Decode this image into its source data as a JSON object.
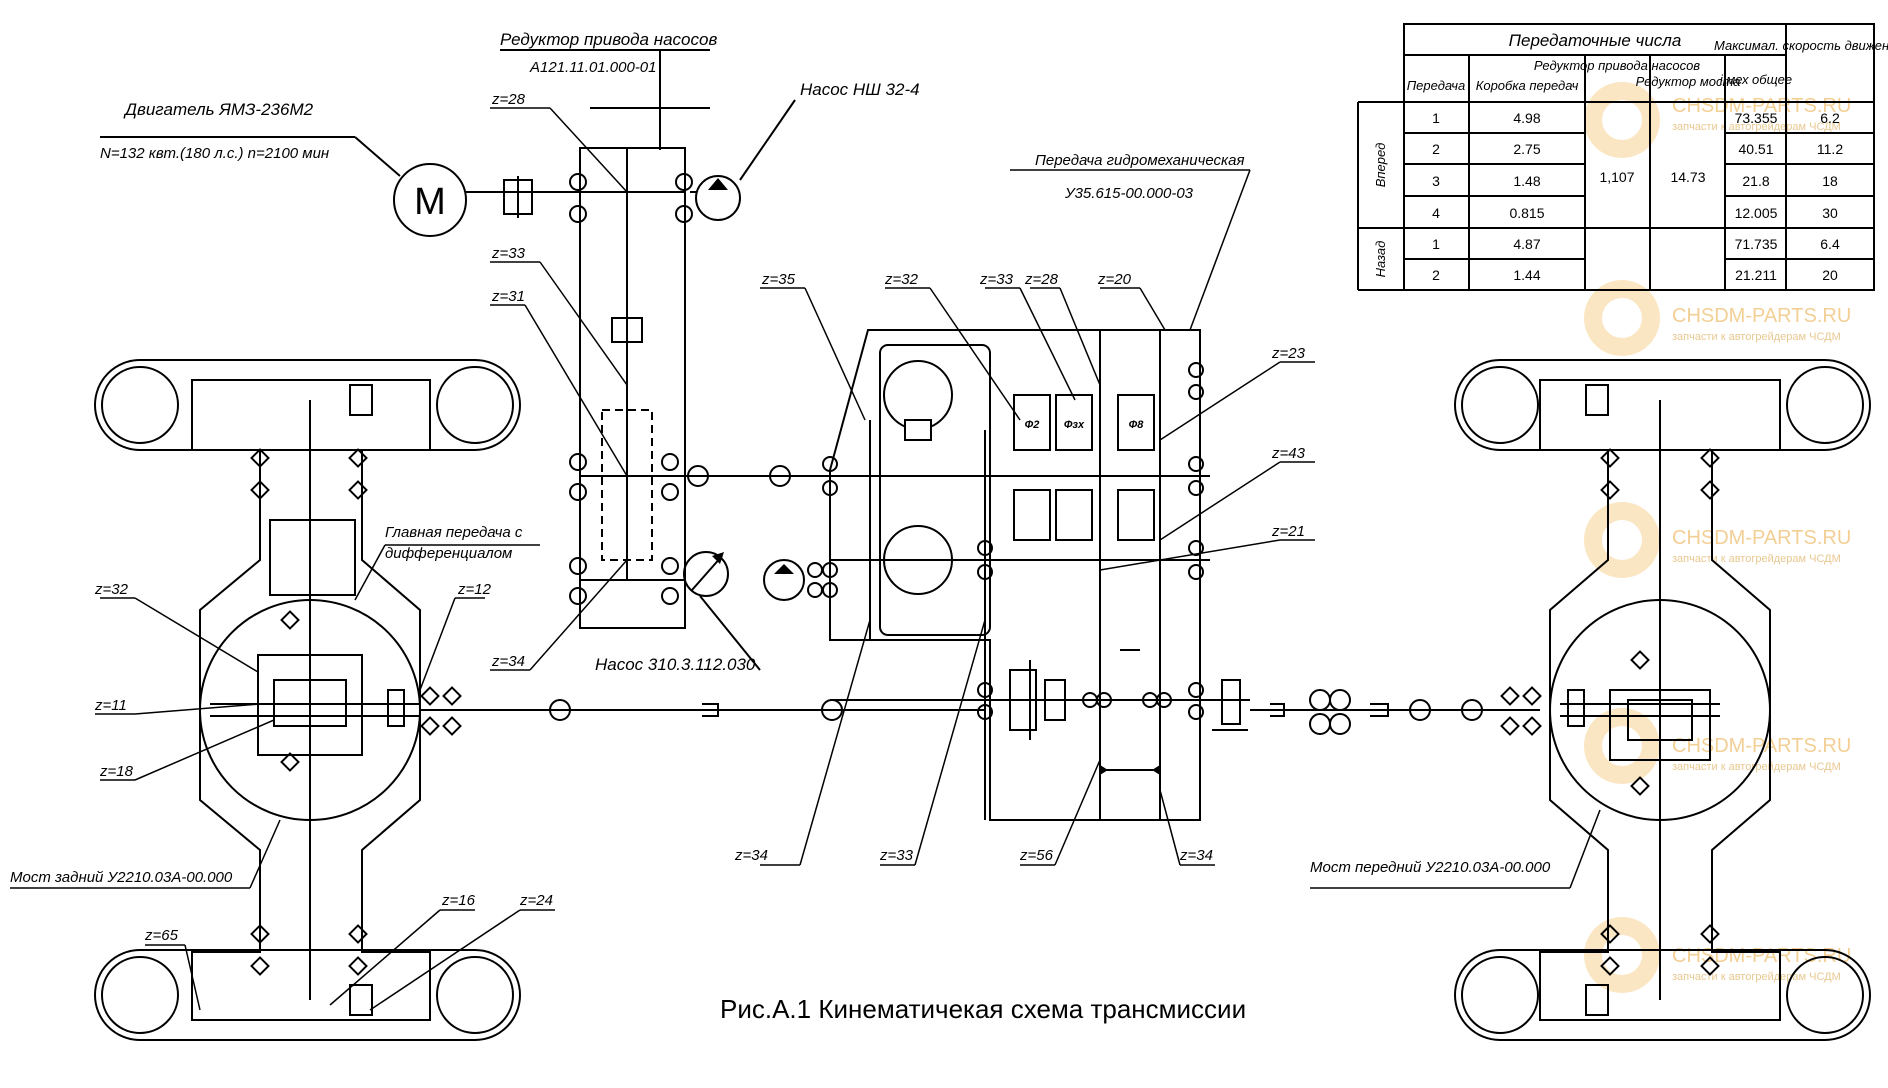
{
  "labels": {
    "engine_name": "Двигатель ЯМЗ-236М2",
    "engine_spec": "N=132 квт.(180 л.с.) n=2100 мин",
    "motor_letter": "M",
    "reducer_name": "Редуктор привода насосов",
    "reducer_code": "А121.11.01.000-01",
    "pump1": "Насос НШ 32-4",
    "pump2": "Насос 310.3.112.030",
    "hydro_name": "Передача гидромеханическая",
    "hydro_code": "У35.615-00.000-03",
    "main_gear_1": "Главная передача с",
    "main_gear_2": "дифференциалом",
    "rear_axle": "Мост задний У2210.03А-00.000",
    "front_axle": "Мост передний У2210.03А-00.000",
    "caption": "Рис.А.1 Кинематичекая схема трансмиссии"
  },
  "teeth": {
    "z28a": "z=28",
    "z33a": "z=33",
    "z31": "z=31",
    "z34a": "z=34",
    "z35": "z=35",
    "z32a": "z=32",
    "z33b": "z=33",
    "z28b": "z=28",
    "z20": "z=20",
    "z23": "z=23",
    "z43": "z=43",
    "z21": "z=21",
    "z32b": "z=32",
    "z12": "z=12",
    "z11": "z=11",
    "z18": "z=18",
    "z34b": "z=34",
    "z33c": "z=33",
    "z56": "z=56",
    "z34c": "z=34",
    "z16": "z=16",
    "z24": "z=24",
    "z65": "z=65"
  },
  "clutch_labels": {
    "c1": "Ф2",
    "c2": "Фзх",
    "c3": "Ф8"
  },
  "table": {
    "title": "Передаточные числа",
    "speed_header": "Максимал. скорость движения км/час",
    "col_gear": "Передача",
    "col_box": "Коробка передач",
    "col_reducer": "Редуктор привода насосов",
    "col_axle": "Редуктор моста",
    "col_total": "i мех общее",
    "group_forward": "Вперед",
    "group_reverse": "Назад",
    "reducer_value": "1,107",
    "axle_value": "14.73",
    "rows": [
      {
        "gear": "1",
        "box": "4.98",
        "total": "73.355",
        "speed": "6.2"
      },
      {
        "gear": "2",
        "box": "2.75",
        "total": "40.51",
        "speed": "11.2"
      },
      {
        "gear": "3",
        "box": "1.48",
        "total": "21.8",
        "speed": "18"
      },
      {
        "gear": "4",
        "box": "0.815",
        "total": "12.005",
        "speed": "30"
      },
      {
        "gear": "1",
        "box": "4.87",
        "total": "71.735",
        "speed": "6.4"
      },
      {
        "gear": "2",
        "box": "1.44",
        "total": "21.211",
        "speed": "20"
      }
    ]
  },
  "watermark": {
    "site": "CHSDM-PARTS.RU",
    "sub": "запчасти к автогрейдерам ЧСДМ"
  },
  "colors": {
    "line": "#000000",
    "watermark": "#f3cf95"
  }
}
